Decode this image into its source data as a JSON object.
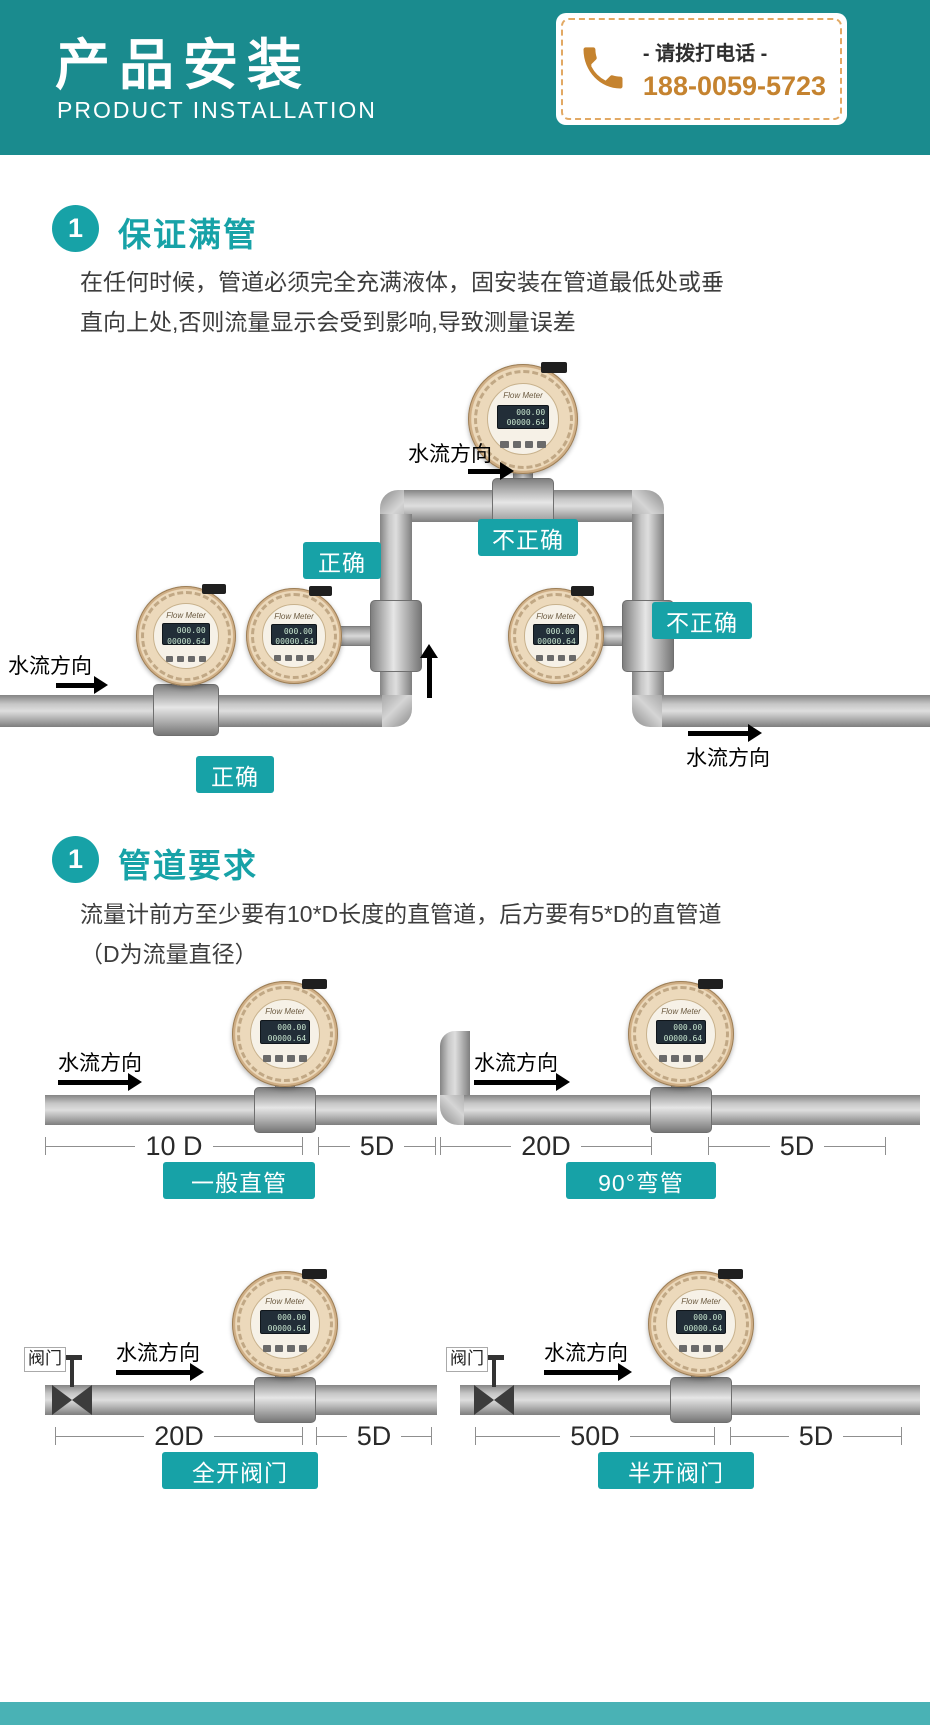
{
  "theme": {
    "header_bg": "#1a8b8e",
    "accent_teal": "#17a2a7",
    "accent_orange": "#c5832f",
    "pipe_gray": "#bdbdbd",
    "footer_bar": "#49b2b5"
  },
  "header": {
    "title": "产品安装",
    "subtitle": "PRODUCT INSTALLATION",
    "phone_label": "- 请拨打电话 -",
    "phone_number": "188-0059-5723"
  },
  "labels": {
    "flow": "水流方向",
    "correct": "正确",
    "incorrect": "不正确",
    "valve": "阀门"
  },
  "meter": {
    "brand": "Flow Meter",
    "lcd_line1": "000.00",
    "lcd_line2": "00000.64"
  },
  "section1": {
    "number": "1",
    "title": "保证满管",
    "body_line1": "在任何时候，管道必须完全充满液体，固安装在管道最低处或垂",
    "body_line2": "直向上处,否则流量显示会受到影响,导致测量误差"
  },
  "section2": {
    "number": "1",
    "title": "管道要求",
    "body_line1": "流量计前方至少要有10*D长度的直管道，后方要有5*D的直管道",
    "body_line2": "（D为流量直径）",
    "diagrams": [
      {
        "dim_front": "10 D",
        "dim_back": "5D",
        "label": "一般直管"
      },
      {
        "dim_front": "20D",
        "dim_back": "5D",
        "label": "90°弯管"
      },
      {
        "dim_front": "20D",
        "dim_back": "5D",
        "label": "全开阀门"
      },
      {
        "dim_front": "50D",
        "dim_back": "5D",
        "label": "半开阀门"
      }
    ]
  }
}
